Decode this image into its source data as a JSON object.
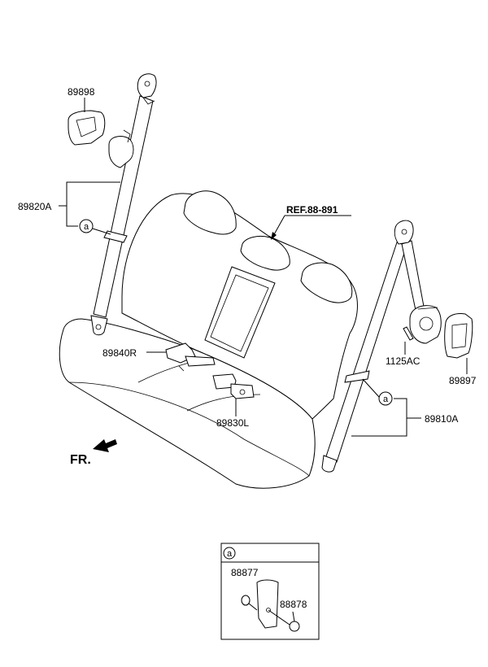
{
  "labels": {
    "p89898": "89898",
    "p89820A": "89820A",
    "pRef": "REF.88-891",
    "p89840R": "89840R",
    "p89830L": "89830L",
    "p1125AC": "1125AC",
    "p89897": "89897",
    "p89810A": "89810A",
    "pFR": "FR.",
    "p88877": "88877",
    "p88878": "88878"
  },
  "callout": {
    "letter": "a"
  }
}
